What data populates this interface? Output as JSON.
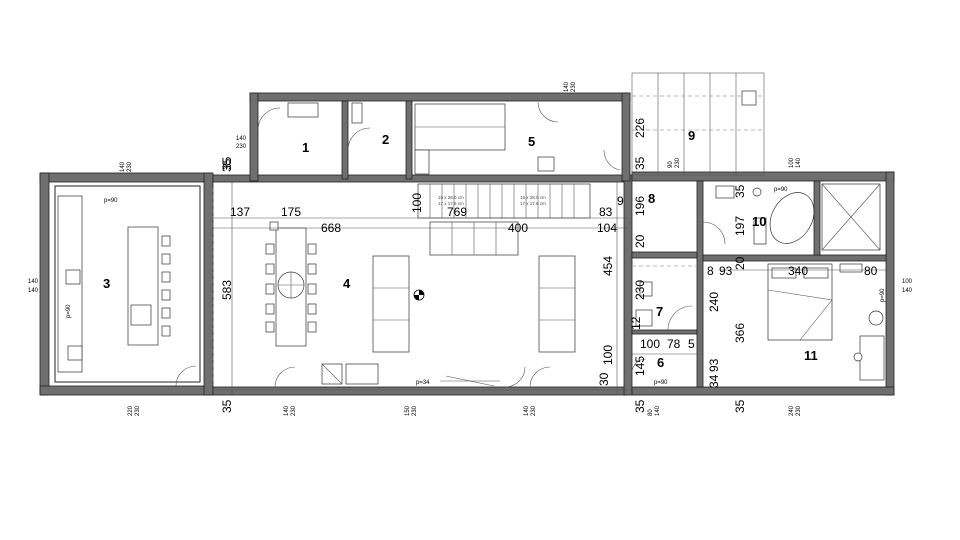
{
  "rooms": [
    {
      "label": "1"
    },
    {
      "label": "2"
    },
    {
      "label": "3"
    },
    {
      "label": "4"
    },
    {
      "label": "5"
    },
    {
      "label": "6"
    },
    {
      "label": "7"
    },
    {
      "label": "8"
    },
    {
      "label": "9"
    },
    {
      "label": "10"
    },
    {
      "label": "11"
    }
  ],
  "dims": [
    "35",
    "137",
    "175",
    "668",
    "100",
    "769",
    "400",
    "83",
    "9",
    "104",
    "583",
    "454",
    "226",
    "35",
    "196",
    "20",
    "197",
    "35",
    "20",
    "8",
    "93",
    "340",
    "80",
    "230",
    "240",
    "366",
    "12",
    "100",
    "78",
    "5",
    "100",
    "145",
    "93",
    "30",
    "34",
    "35",
    "35",
    "35",
    "35"
  ],
  "openings": [
    {
      "w": "140",
      "h": "230"
    },
    {
      "w": "140",
      "h": "230"
    },
    {
      "w": "140",
      "h": "230"
    },
    {
      "w": "140",
      "h": "140"
    },
    {
      "w": "220",
      "h": "230"
    },
    {
      "w": "140",
      "h": "230"
    },
    {
      "w": "150",
      "h": "230"
    },
    {
      "w": "140",
      "h": "230"
    },
    {
      "w": "80",
      "h": "140"
    },
    {
      "w": "240",
      "h": "230"
    },
    {
      "w": "90",
      "h": "230"
    },
    {
      "w": "100",
      "h": "140"
    },
    {
      "w": "100",
      "h": "140"
    }
  ],
  "parapets": [
    "p=90",
    "p=90",
    "p=34",
    "p=90",
    "p=90",
    "p=90"
  ],
  "stairs": [
    "15 x 28.0 cm",
    "17 x 17.6 cm",
    "15 x 28.0 cm",
    "17 x 17.6 cm"
  ]
}
